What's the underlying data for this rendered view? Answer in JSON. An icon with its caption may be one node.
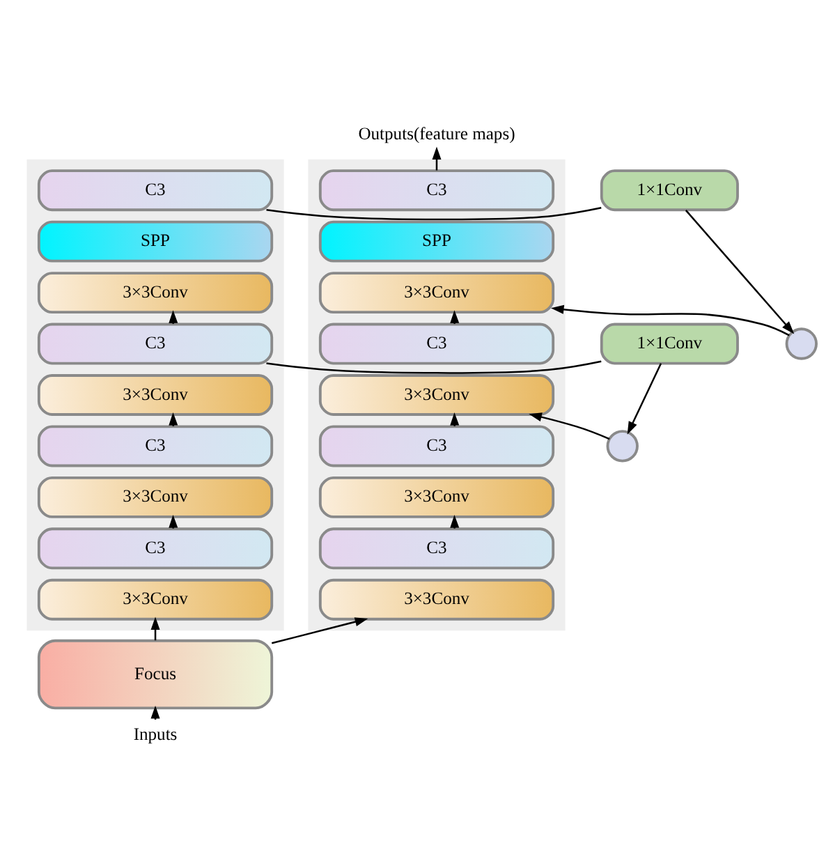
{
  "diagram": {
    "nodes": [
      {
        "text": [
          "Outputs(feature maps)"
        ]
      },
      {
        "text": [],
        "shape": "box"
      },
      {
        "text": [
          "C3"
        ],
        "in": 1
      },
      {
        "text": [
          "SPP"
        ],
        "in": 1
      },
      {
        "text": [
          "3×3Conv"
        ],
        "in": 1
      },
      {
        "text": [
          "C3"
        ],
        "in": 1
      },
      {
        "text": [
          "3×3Conv"
        ],
        "in": 1
      },
      {
        "text": [
          "C3"
        ],
        "in": 1
      },
      {
        "text": [
          "3×3Conv"
        ],
        "in": 1
      },
      {
        "text": [
          "C3"
        ],
        "in": 1
      },
      {
        "text": [
          "3×3Conv"
        ],
        "in": 1
      },
      {
        "text": [],
        "shape": "box"
      },
      {
        "text": [
          "C3"
        ],
        "in": 11
      },
      {
        "text": [
          "SPP"
        ],
        "in": 11
      },
      {
        "text": [
          "3×3Conv"
        ],
        "in": 11
      },
      {
        "text": [
          "C3"
        ],
        "in": 11
      },
      {
        "text": [
          "3×3Conv"
        ],
        "in": 11
      },
      {
        "text": [
          "C3"
        ],
        "in": 11
      },
      {
        "text": [
          "3×3Conv"
        ],
        "in": 11
      },
      {
        "text": [
          "C3"
        ],
        "in": 11
      },
      {
        "text": [
          "3×3Conv"
        ],
        "in": 11
      },
      {
        "text": [
          "1×1Conv"
        ]
      },
      {
        "text": [],
        "shape": "circle"
      },
      {
        "text": [
          "1×1Conv"
        ]
      },
      {
        "text": [],
        "shape": "circle"
      },
      {
        "text": [
          "Focus"
        ]
      },
      {
        "text": [
          "Inputs"
        ]
      }
    ],
    "edges": [
      {
        "from": 26,
        "to": 25,
        "arrow": "to"
      },
      {
        "from": 25,
        "to": 10,
        "arrow": "to"
      },
      {
        "from": 25,
        "to": 20,
        "arrow": "to"
      },
      {
        "from": 9,
        "to": 8,
        "arrow": "to"
      },
      {
        "from": 7,
        "to": 6,
        "arrow": "to"
      },
      {
        "from": 5,
        "to": 4,
        "arrow": "to"
      },
      {
        "from": 2,
        "to": 21,
        "arrow": "none"
      },
      {
        "from": 5,
        "to": 23,
        "arrow": "none"
      },
      {
        "from": 21,
        "to": 22,
        "arrow": "to"
      },
      {
        "from": 23,
        "to": 24,
        "arrow": "to"
      },
      {
        "from": 22,
        "to": 14,
        "arrow": "to"
      },
      {
        "from": 24,
        "to": 16,
        "arrow": "to"
      },
      {
        "from": 19,
        "to": 18,
        "arrow": "to"
      },
      {
        "from": 17,
        "to": 16,
        "arrow": "to"
      },
      {
        "from": 15,
        "to": 14,
        "arrow": "to"
      },
      {
        "from": 12,
        "to": 0,
        "arrow": "to"
      }
    ]
  }
}
